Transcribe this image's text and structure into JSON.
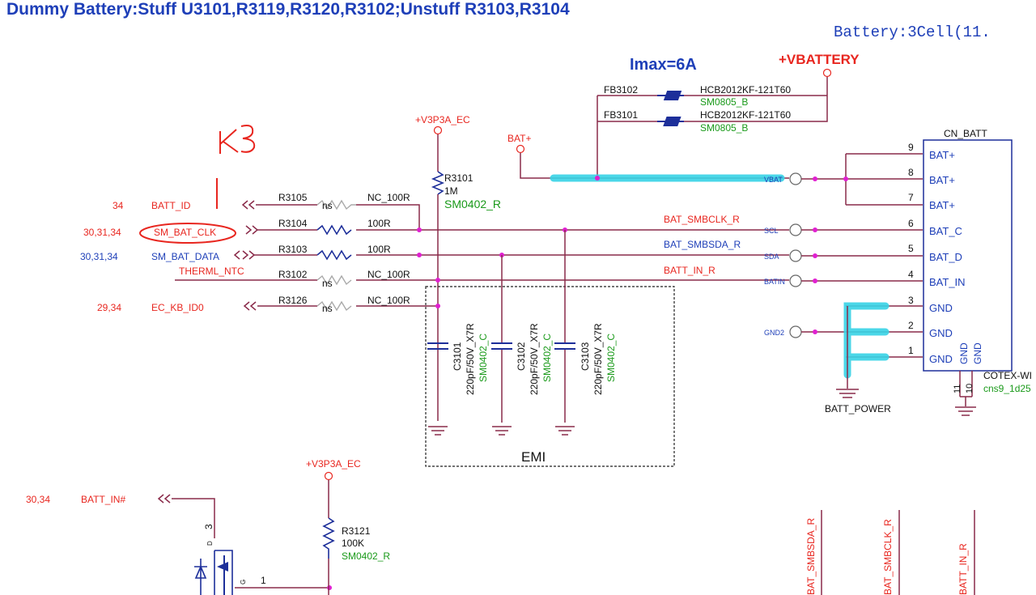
{
  "title": "Dummy  Battery:Stuff  U3101,R3119,R3120,R3102;Unstuff  R3103,R3104",
  "battery_note": "Battery:3Cell(11.",
  "imax": "Imax=6A",
  "vbattery": "+VBATTERY",
  "v3p3a_ec": "+V3P3A_EC",
  "batplus": "BAT+",
  "ferrites": [
    {
      "ref": "FB3102",
      "part": "HCB2012KF-121T60",
      "pkg": "SM0805_B"
    },
    {
      "ref": "FB3101",
      "part": "HCB2012KF-121T60",
      "pkg": "SM0805_B"
    }
  ],
  "r3101": {
    "ref": "R3101",
    "val": "1M",
    "pkg": "SM0402_R"
  },
  "signals": [
    {
      "pages": "34",
      "name": "BATT_ID",
      "ref": "R3105",
      "ns": "ns",
      "val": "NC_100R"
    },
    {
      "pages": "30,31,34",
      "name": "SM_BAT_CLK",
      "ref": "R3104",
      "ns": "",
      "val": "100R"
    },
    {
      "pages": "30,31,34",
      "name": "SM_BAT_DATA",
      "ref": "R3103",
      "ns": "",
      "val": "100R"
    },
    {
      "pages": "",
      "name": "THERML_NTC",
      "ref": "R3102",
      "ns": "ns",
      "val": "NC_100R"
    },
    {
      "pages": "29,34",
      "name": "EC_KB_ID0",
      "ref": "R3126",
      "ns": "ns",
      "val": "NC_100R"
    }
  ],
  "nets": {
    "clk": "BAT_SMBCLK_R",
    "sda": "BAT_SMBSDA_R",
    "batin": "BATT_IN_R"
  },
  "pinlabels": {
    "vbat": "VBAT",
    "scl": "SCL",
    "sda": "SDA",
    "batin": "BATIN",
    "gnd2": "GND2"
  },
  "connector": {
    "name": "CN_BATT",
    "pins": [
      {
        "num": "9",
        "label": "BAT+"
      },
      {
        "num": "8",
        "label": "BAT+"
      },
      {
        "num": "7",
        "label": "BAT+"
      },
      {
        "num": "6",
        "label": "BAT_C"
      },
      {
        "num": "5",
        "label": "BAT_D"
      },
      {
        "num": "4",
        "label": "BAT_IN"
      },
      {
        "num": "3",
        "label": "GND"
      },
      {
        "num": "2",
        "label": "GND"
      },
      {
        "num": "1",
        "label": "GND"
      }
    ],
    "side_gnd1": "GND",
    "side_gnd2": "GND",
    "pin10": "10",
    "pin11": "11",
    "vendor": "COTEX-WI",
    "pkg": "cns9_1d25"
  },
  "batt_power": "BATT_POWER",
  "caps": [
    {
      "ref": "C3101",
      "val": "220pF/50V_X7R",
      "pkg": "SM0402_C"
    },
    {
      "ref": "C3102",
      "val": "220pF/50V_X7R",
      "pkg": "SM0402_C"
    },
    {
      "ref": "C3103",
      "val": "220pF/50V_X7R",
      "pkg": "SM0402_C"
    }
  ],
  "emi": "EMI",
  "handwriting": "K3",
  "lower": {
    "pages": "30,34",
    "signal": "BATT_IN#",
    "v3p3a_ec": "+V3P3A_EC",
    "r3121": {
      "ref": "R3121",
      "val": "100K",
      "pkg": "SM0402_R"
    },
    "pin3": "3",
    "pin1": "1",
    "pin_d": "D",
    "pin_g": "G"
  },
  "bottom_nets": [
    "BAT_SMBSDA_R",
    "BAT_SMBCLK_R",
    "BATT_IN_R"
  ]
}
